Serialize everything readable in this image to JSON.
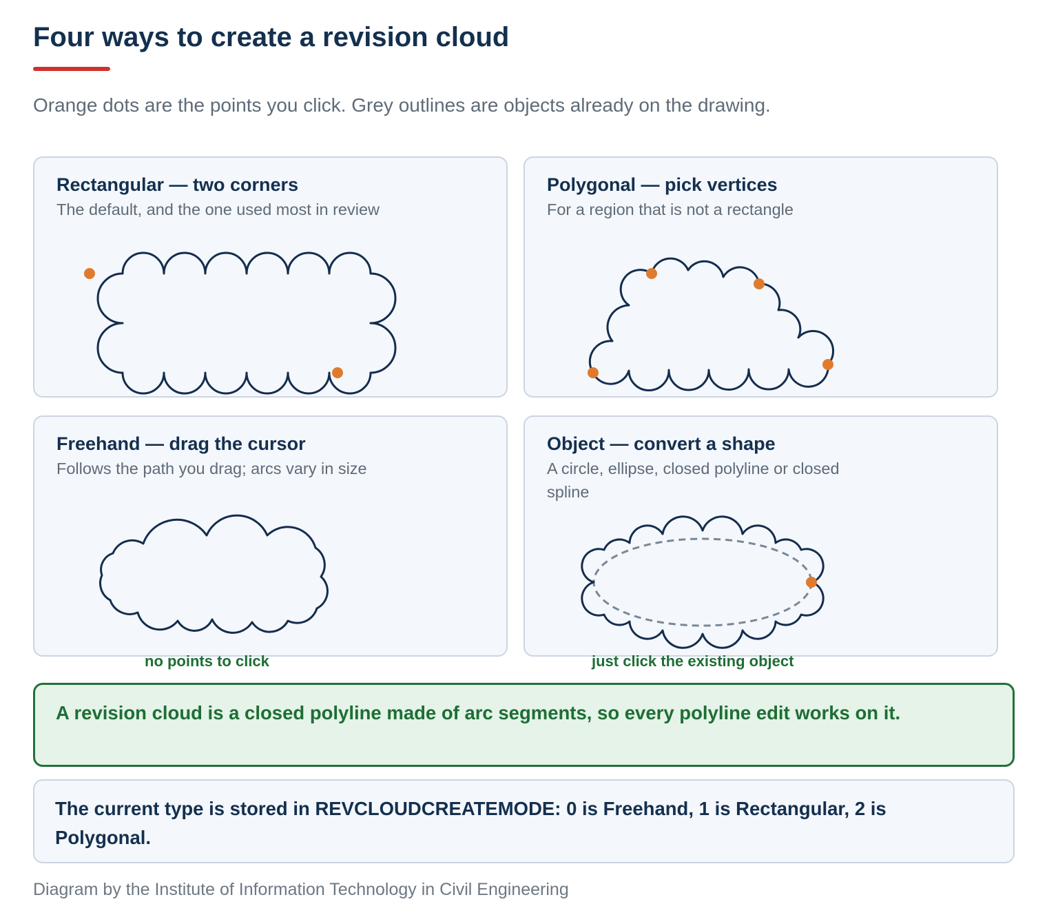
{
  "header": {
    "title": "Four ways to create a revision cloud",
    "subtitle": "Orange dots are the points you click. Grey outlines are objects already on the drawing."
  },
  "colors": {
    "cloud_outline": "#142d4c",
    "click_point": "#e07b2e",
    "existing_object": "#7b8794",
    "accent_rule": "#d0312d",
    "success_green": "#1e6e35"
  },
  "cards": [
    {
      "title": "Rectangular — two corners",
      "description": "The default, and the one used most in review",
      "click_points": 2
    },
    {
      "title": "Polygonal — pick vertices",
      "description": "For a region that is not a rectangle",
      "click_points": 4
    },
    {
      "title": "Freehand — drag the cursor",
      "description": "Follows the path you drag; arcs vary in size",
      "caption": "no points to click",
      "click_points": 0
    },
    {
      "title": "Object — convert a shape",
      "description": "A circle, ellipse, closed polyline or closed spline",
      "caption": "just click the existing object",
      "click_points": 1
    }
  ],
  "notes": {
    "polyline": "A revision cloud is a closed polyline made of arc segments, so every polyline edit works on it.",
    "mode": "The current type is stored in REVCLOUDCREATEMODE: 0 is Freehand, 1 is Rectangular, 2 is Polygonal."
  },
  "footer": "Diagram by the Institute of Information Technology in Civil Engineering"
}
